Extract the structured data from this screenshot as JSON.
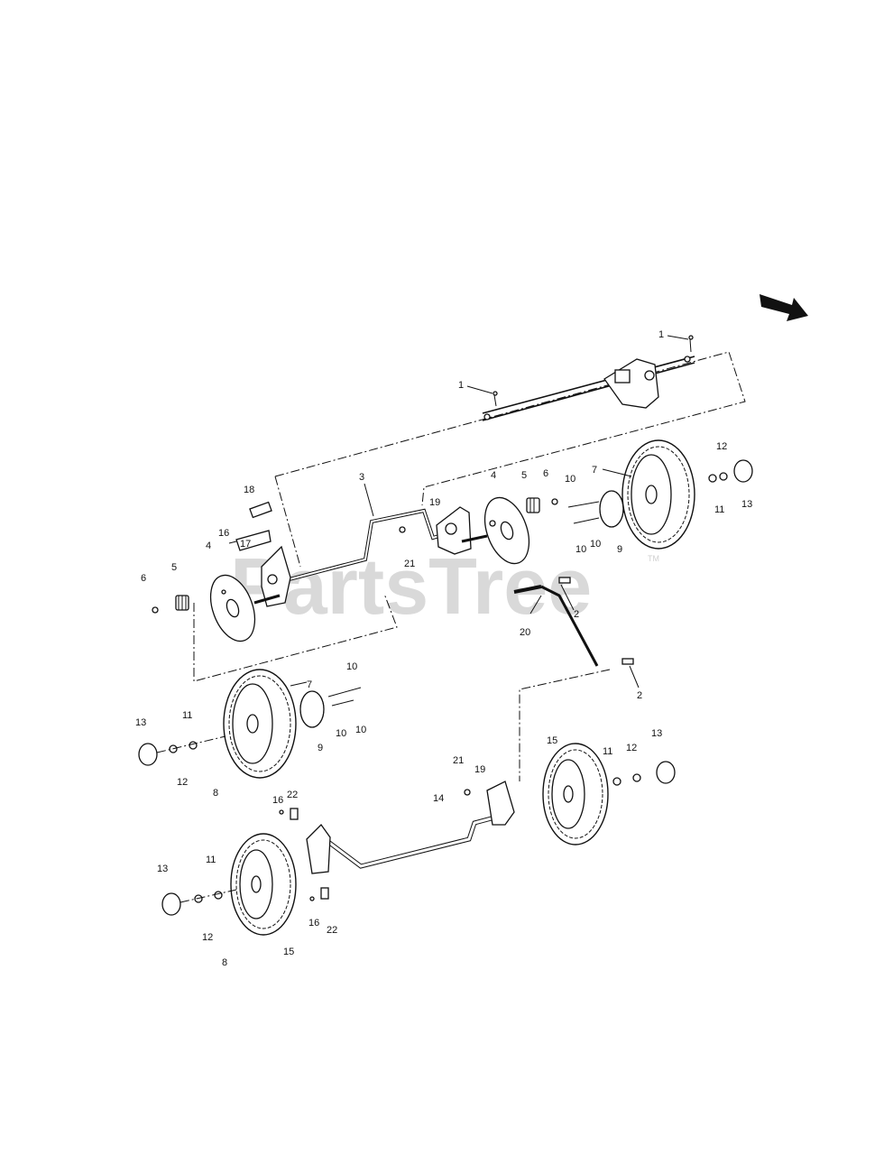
{
  "watermark": {
    "text": "PartsTree",
    "trademark": "TM"
  },
  "callouts": {
    "a1": "1",
    "b1": "1",
    "a2": "2",
    "b2": "2",
    "a3": "3",
    "a4": "4",
    "b4": "4",
    "a5": "5",
    "b5": "5",
    "a6": "6",
    "b6": "6",
    "a7": "7",
    "b7": "7",
    "a8": "8",
    "b8": "8",
    "a9": "9",
    "b9": "9",
    "a10": "10",
    "b10": "10",
    "c10": "10",
    "d10": "10",
    "e10": "10",
    "f10": "10",
    "a11": "11",
    "b11": "11",
    "c11": "11",
    "d11": "11",
    "a12": "12",
    "b12": "12",
    "c12": "12",
    "d12": "12",
    "a13": "13",
    "b13": "13",
    "c13": "13",
    "d13": "13",
    "a14": "14",
    "a15": "15",
    "b15": "15",
    "a16": "16",
    "b16": "16",
    "c16": "16",
    "a17": "17",
    "a18": "18",
    "a19": "19",
    "b19": "19",
    "a20": "20",
    "a21": "21",
    "b21": "21",
    "a22": "22",
    "b22": "22"
  },
  "icons": {
    "direction": "arrow-icon"
  }
}
